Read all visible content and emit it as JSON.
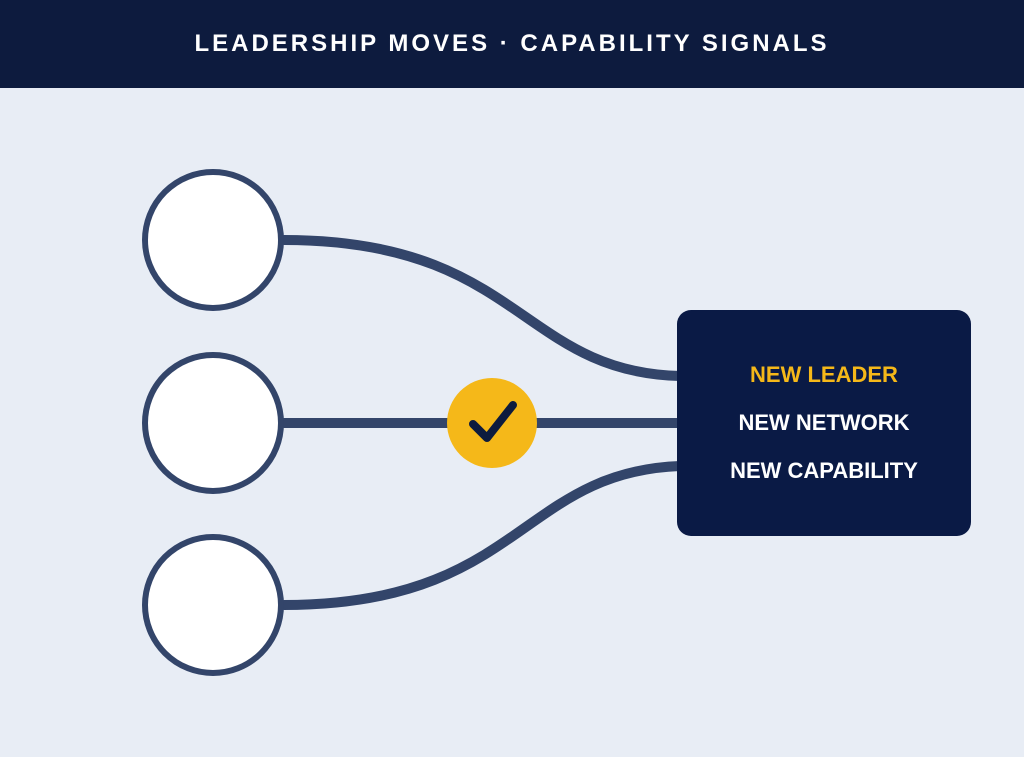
{
  "header": {
    "title": "LEADERSHIP MOVES · CAPABILITY SIGNALS"
  },
  "diagram": {
    "sources": [
      {
        "label": ""
      },
      {
        "label": ""
      },
      {
        "label": ""
      }
    ],
    "selected_path_index": 1,
    "check_icon": "check-icon",
    "result": {
      "lines": [
        {
          "text": "NEW LEADER",
          "highlight": true
        },
        {
          "text": "NEW NETWORK",
          "highlight": false
        },
        {
          "text": "NEW CAPABILITY",
          "highlight": false
        }
      ]
    }
  },
  "colors": {
    "header_bg": "#0d1b3e",
    "page_bg": "#e8edf5",
    "connector": "#33456a",
    "box_bg": "#0a1a45",
    "accent": "#f5b819",
    "node_fill": "#ffffff"
  }
}
